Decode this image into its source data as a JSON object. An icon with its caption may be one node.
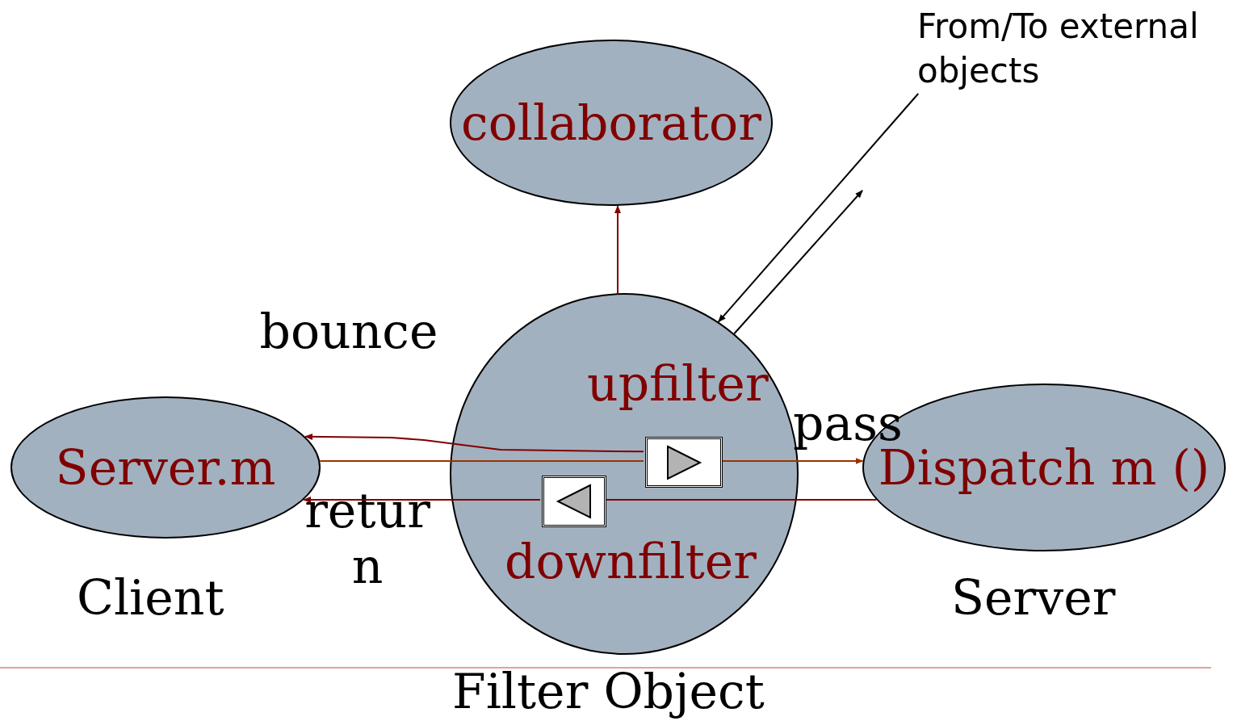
{
  "diagram": {
    "caption": "Filter Object",
    "nodes": [
      {
        "text": [
          "collaborator"
        ]
      },
      {
        "text": [
          "upfilter",
          "downfilter"
        ]
      },
      {
        "text": [
          "Server.m"
        ],
        "beside": [
          "Client"
        ]
      },
      {
        "text": [
          "Dispatch m ()"
        ],
        "beside": [
          "Server"
        ]
      },
      {
        "text": [],
        "shape": "box",
        "in": 1
      },
      {
        "text": [],
        "shape": "box",
        "in": 1
      },
      {
        "text": [
          "From/To external objects"
        ]
      }
    ],
    "edges": [
      {
        "from": 1,
        "to": 0,
        "arrow": "to"
      },
      {
        "from": 2,
        "to": 4,
        "arrow": "none",
        "color": "#993300"
      },
      {
        "from": 4,
        "to": 3,
        "arrow": "to",
        "color": "#993300"
      },
      {
        "from": 4,
        "to": 2,
        "arrow": "to"
      },
      {
        "from": 3,
        "to": 5,
        "arrow": "none"
      },
      {
        "from": 5,
        "to": 2,
        "arrow": "to"
      },
      {
        "from": 6,
        "to": 1,
        "arrow": "to",
        "color": "#000000"
      },
      {
        "from": 1,
        "to": null,
        "arrow": "to",
        "color": "#000000"
      }
    ],
    "labels": [
      "bounce",
      "pass",
      "retur n"
    ]
  }
}
